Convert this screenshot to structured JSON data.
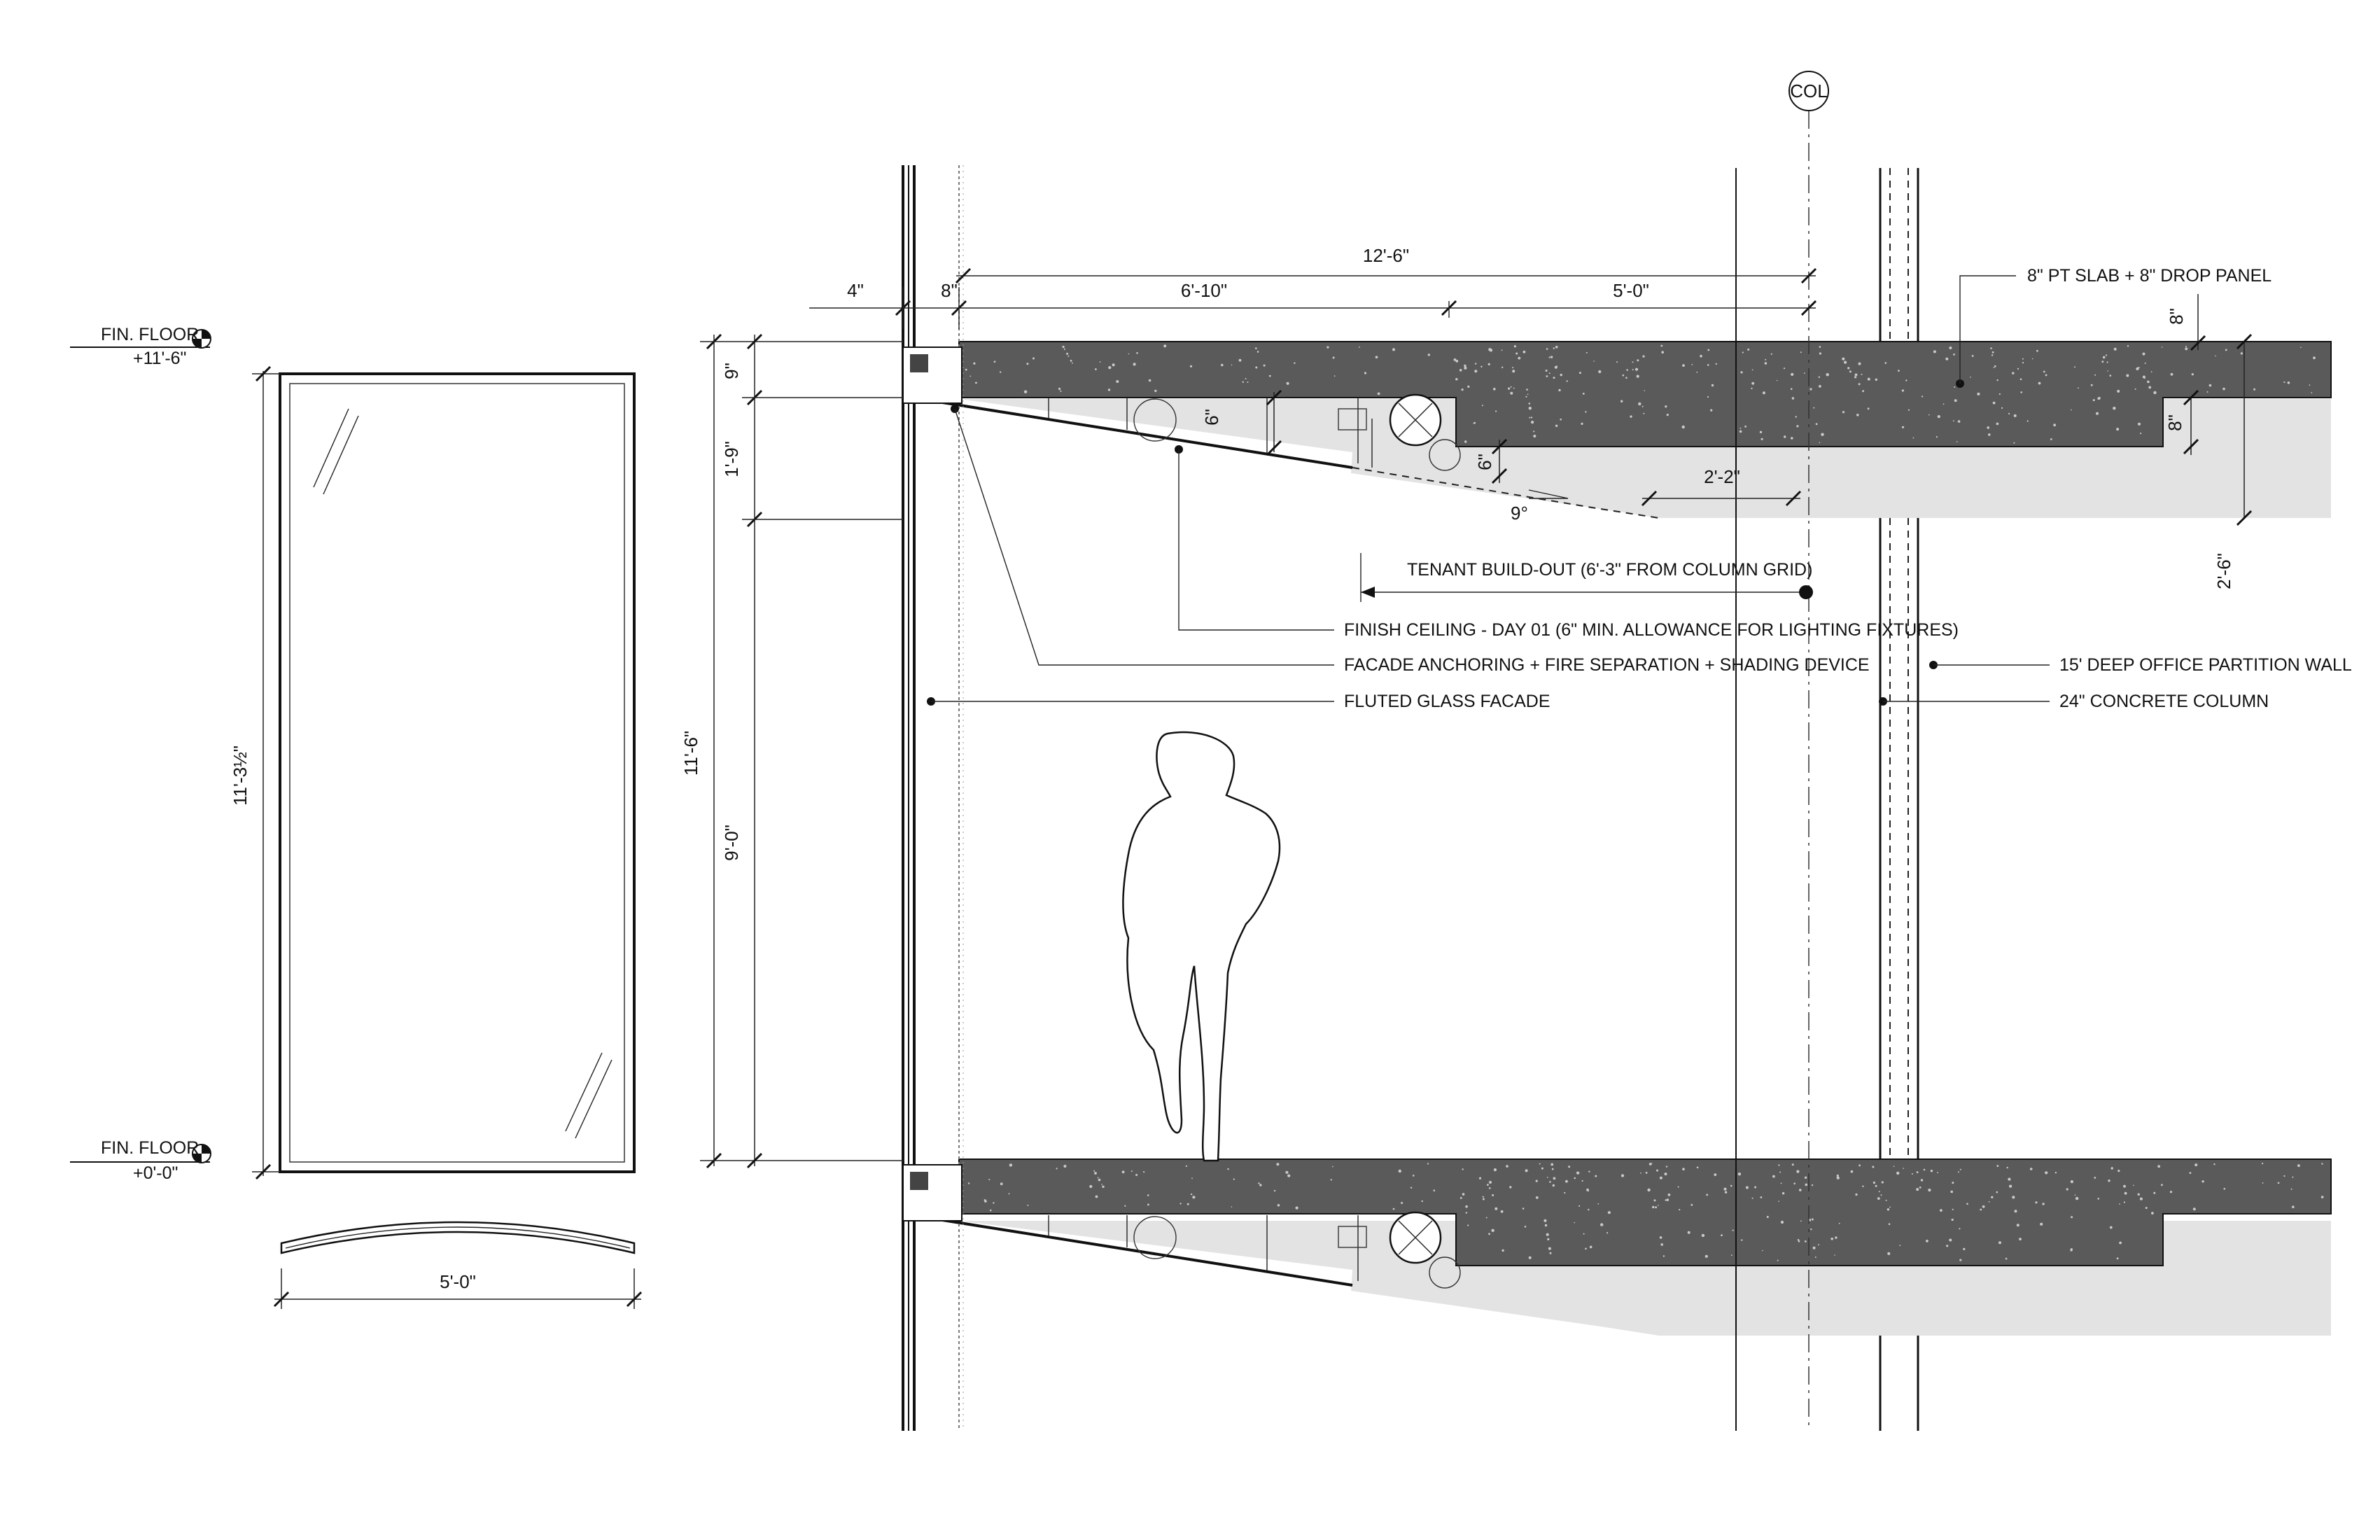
{
  "colors": {
    "ink": "#111111",
    "slab": "#5a5a5a",
    "ceiling_zone": "#e3e3e3"
  },
  "elevation": {
    "top_level_label": "FIN. FLOOR",
    "top_level_value": "+11'-6\"",
    "bottom_level_label": "FIN. FLOOR",
    "bottom_level_value": "+0'-0\"",
    "panel_height": "11'-3½\"",
    "panel_width": "5'-0\""
  },
  "section": {
    "column_tag": "COL",
    "dims_top": {
      "overall": "12'-6\"",
      "d1": "4\"",
      "d2": "8\"",
      "d3": "6'-10\"",
      "d4": "5'-0\""
    },
    "dims_left": {
      "overall": "11'-6\"",
      "slab": "9\"",
      "plenum": "1'-9\"",
      "clear": "9'-0\""
    },
    "dims_inner": {
      "duct_gap_left": "6\"",
      "duct_gap_right": "6\"",
      "angle": "9°",
      "drop_run": "2'-2\"",
      "slab_right": "8\"",
      "drop_panel": "8\"",
      "ceiling_right": "2'-6\""
    },
    "callouts": {
      "slab": "8\" PT SLAB + 8\" DROP PANEL",
      "tenant": "TENANT BUILD-OUT (6'-3\" FROM COLUMN GRID)",
      "ceiling": "FINISH CEILING - DAY 01 (6\" MIN. ALLOWANCE FOR LIGHTING FIXTURES)",
      "anchoring": "FACADE ANCHORING + FIRE SEPARATION + SHADING DEVICE",
      "glass": "FLUTED GLASS FACADE",
      "partition": "15' DEEP OFFICE PARTITION WALL",
      "column": "24\" CONCRETE COLUMN"
    }
  }
}
